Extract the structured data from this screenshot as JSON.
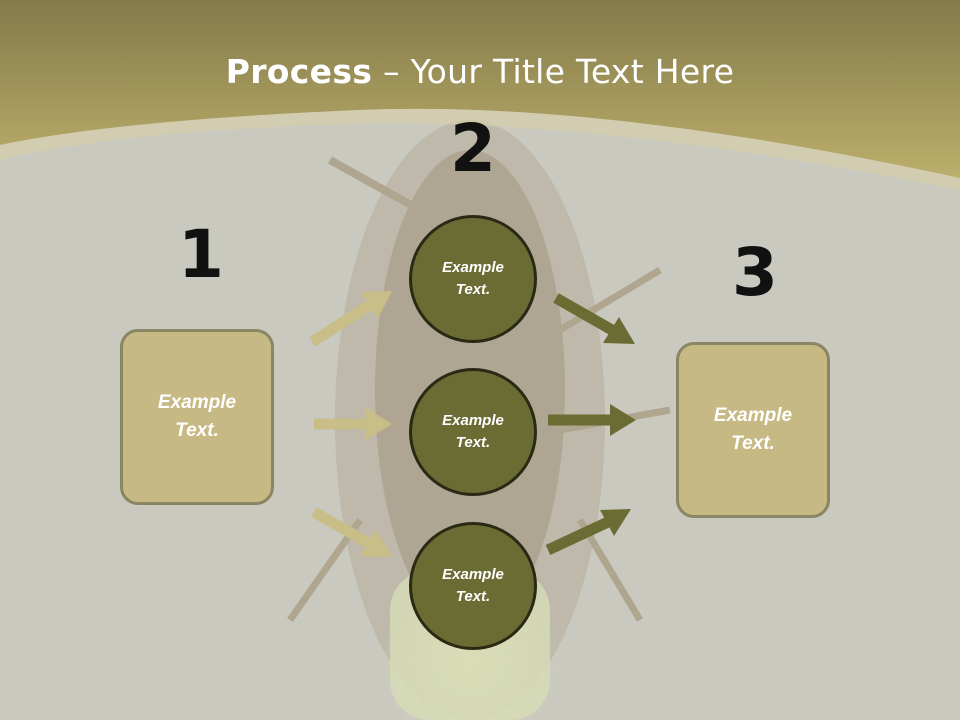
{
  "title": {
    "bold": "Process",
    "rest": " – Your Title Text Here"
  },
  "steps": [
    {
      "number": "1",
      "text": "Example\nText."
    },
    {
      "number": "2",
      "circles": [
        "Example\nText.",
        "Example\nText.",
        "Example\nText."
      ]
    },
    {
      "number": "3",
      "text": "Example\nText."
    }
  ],
  "colors": {
    "header_band": "#b8aa68",
    "box_fill": "#c6b984",
    "circle_fill": "#6b6b34",
    "arrow_light": "#c9bd88",
    "arrow_dark": "#6b6b34"
  }
}
